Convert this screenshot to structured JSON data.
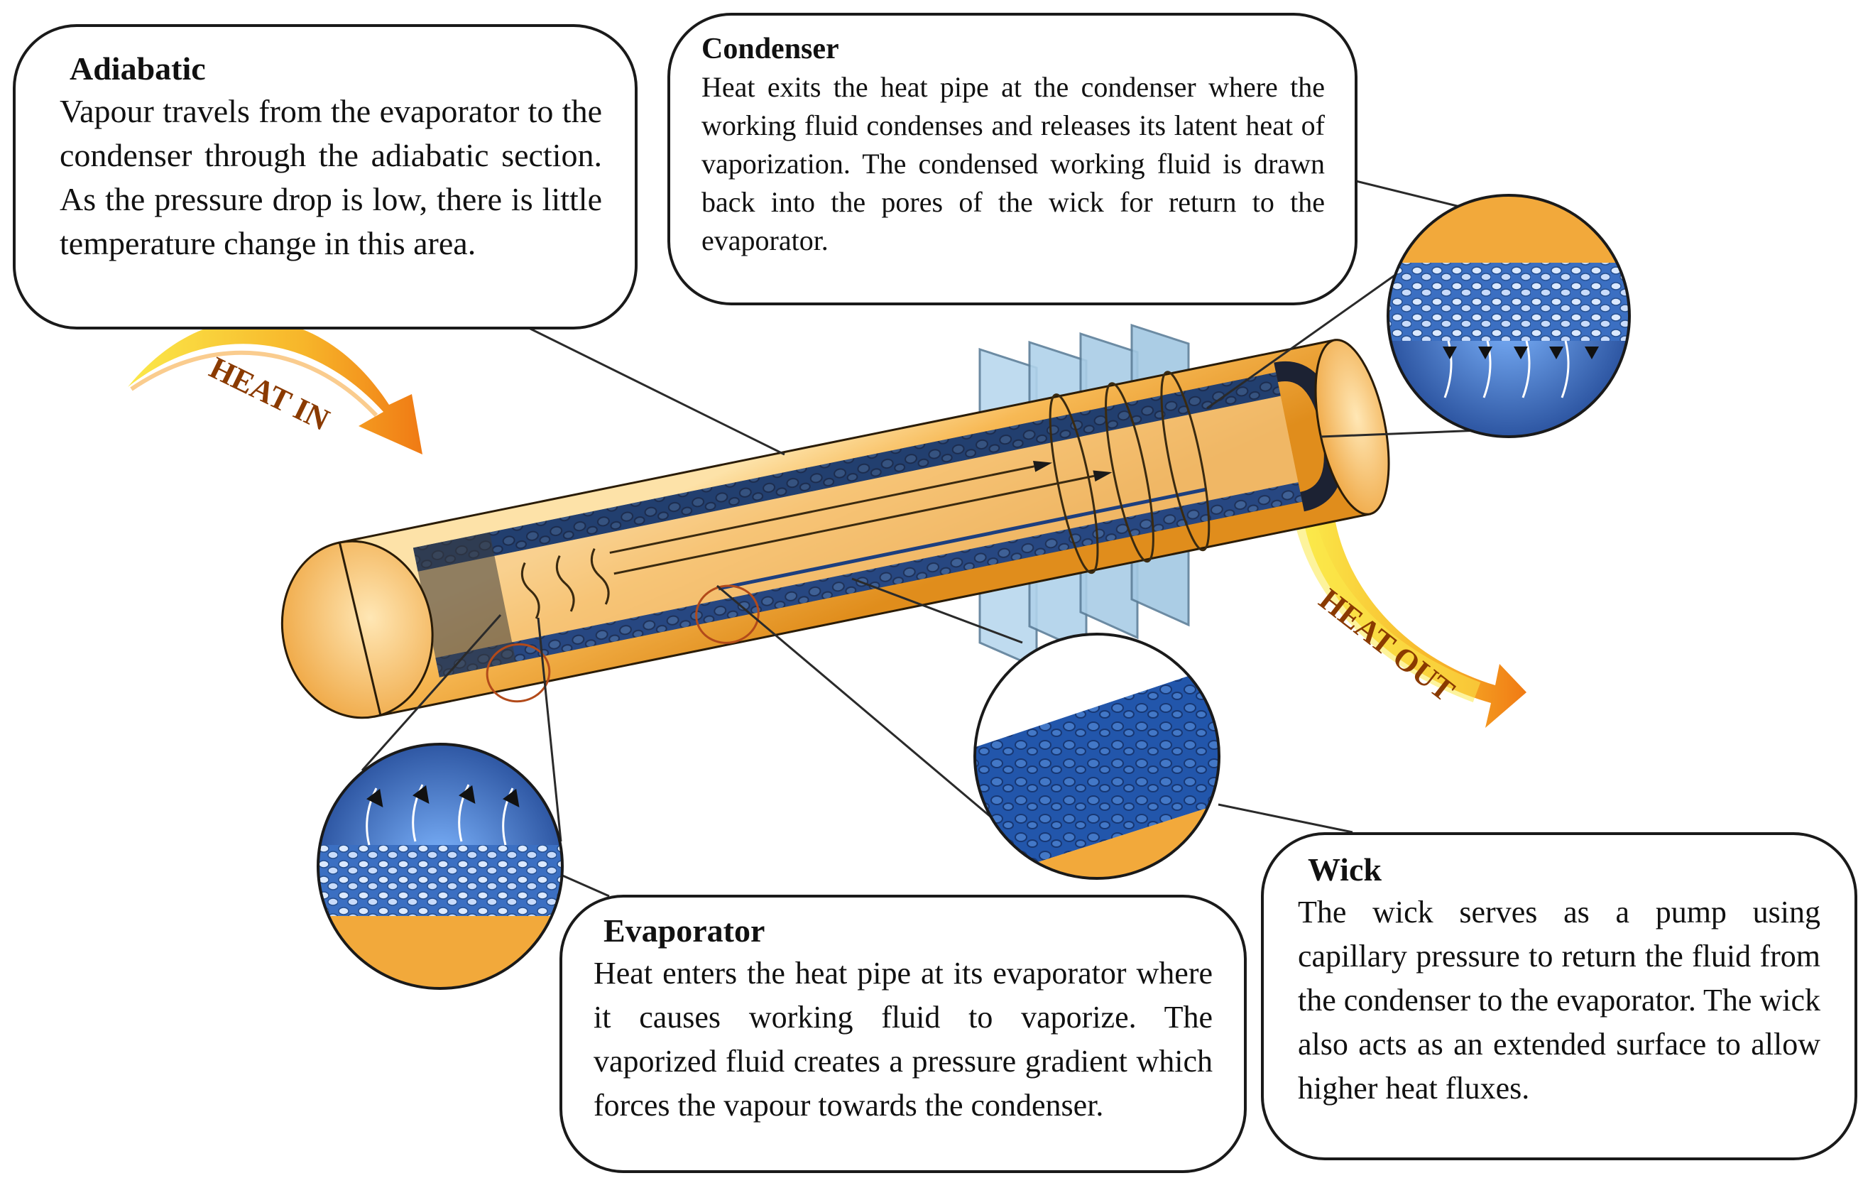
{
  "arrows": {
    "heat_in": "HEAT IN",
    "heat_out": "HEAT OUT"
  },
  "callouts": {
    "adiabatic": {
      "title": "Adiabatic",
      "text": "Vapour travels from the evaporator to the condenser through the adiabatic section. As the pressure drop is low, there is little temperature change in this area."
    },
    "condenser": {
      "title": "Condenser",
      "text": "Heat exits the heat pipe at the condenser where the working fluid condenses and releases its latent heat of vaporization. The condensed working fluid is drawn back into the pores of the wick for return to the evaporator."
    },
    "evaporator": {
      "title": "Evaporator",
      "text": "Heat enters the heat pipe at its evaporator where it causes working fluid to vaporize. The vaporized fluid creates a pressure gradient which forces the vapour towards the condenser."
    },
    "wick": {
      "title": "Wick",
      "text": "The wick serves as a pump using capillary pressure to return the fluid from the condenser to the evaporator. The wick also acts as an extended surface to allow higher heat fluxes."
    }
  },
  "colors": {
    "pipe": "#f2a93b",
    "wick": "#1f4e9a",
    "fins": "#a9cde6",
    "heat_arrow": "#f6c21a",
    "outline": "#1a1a1a"
  }
}
